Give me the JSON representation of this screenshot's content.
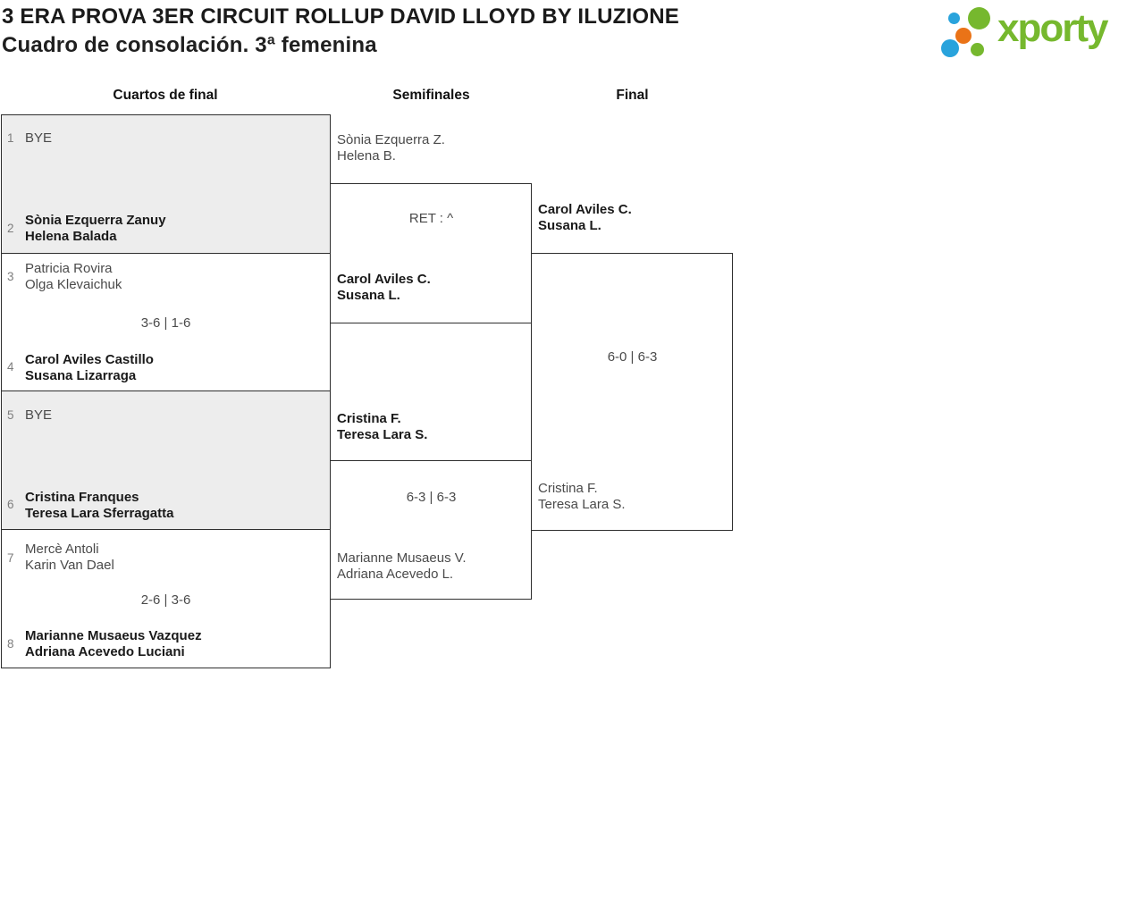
{
  "header": {
    "title": "3 ERA PROVA 3ER CIRCUIT ROLLUP DAVID LLOYD BY ILUZIONE",
    "subtitle": "Cuadro de consolación. 3ª femenina"
  },
  "logo": {
    "wordmark": "xporty",
    "green": "#76b82e",
    "blue": "#29a3dc",
    "orange": "#ea7317"
  },
  "bracket": {
    "rounds": [
      {
        "label": "Cuartos de final"
      },
      {
        "label": "Semifinales"
      },
      {
        "label": "Final"
      }
    ],
    "colors": {
      "box_fill_gray": "#ededed",
      "border": "#2e2e2e",
      "winner_text": "#1a1a1a",
      "loser_text": "#4a4a4a",
      "seed_text": "#7d7d7d"
    },
    "matches": {
      "qf1": {
        "seed_top": "1",
        "seed_bottom": "2",
        "team1": {
          "line1": "BYE",
          "line2": ""
        },
        "team2": {
          "line1": "Sònia Ezquerra Zanuy",
          "line2": "Helena Balada"
        },
        "score": "",
        "winner": "team2"
      },
      "qf2": {
        "seed_top": "3",
        "seed_bottom": "4",
        "team1": {
          "line1": "Patricia Rovira",
          "line2": "Olga Klevaichuk"
        },
        "team2": {
          "line1": "Carol Aviles Castillo",
          "line2": "Susana Lizarraga"
        },
        "score": "3-6 | 1-6",
        "winner": "team2"
      },
      "qf3": {
        "seed_top": "5",
        "seed_bottom": "6",
        "team1": {
          "line1": "BYE",
          "line2": ""
        },
        "team2": {
          "line1": "Cristina Franques",
          "line2": "Teresa Lara Sferragatta"
        },
        "score": "",
        "winner": "team2"
      },
      "qf4": {
        "seed_top": "7",
        "seed_bottom": "8",
        "team1": {
          "line1": "Mercè Antoli",
          "line2": "Karin Van Dael"
        },
        "team2": {
          "line1": "Marianne Musaeus Vazquez",
          "line2": "Adriana Acevedo Luciani"
        },
        "score": "2-6 | 3-6",
        "winner": "team2"
      },
      "sf1": {
        "team1": {
          "line1": "Sònia Ezquerra Z.",
          "line2": "Helena B."
        },
        "team2": {
          "line1": "Carol Aviles C.",
          "line2": "Susana L."
        },
        "score": "RET : ^",
        "winner": "team2"
      },
      "sf2": {
        "team1": {
          "line1": "Cristina F.",
          "line2": "Teresa Lara S."
        },
        "team2": {
          "line1": "Marianne Musaeus V.",
          "line2": "Adriana Acevedo L."
        },
        "score": "6-3 | 6-3",
        "winner": "team1"
      },
      "final": {
        "team1": {
          "line1": "Carol Aviles C.",
          "line2": "Susana L."
        },
        "team2": {
          "line1": "Cristina F.",
          "line2": "Teresa Lara S."
        },
        "score": "6-0 | 6-3",
        "winner": "team1"
      }
    }
  }
}
